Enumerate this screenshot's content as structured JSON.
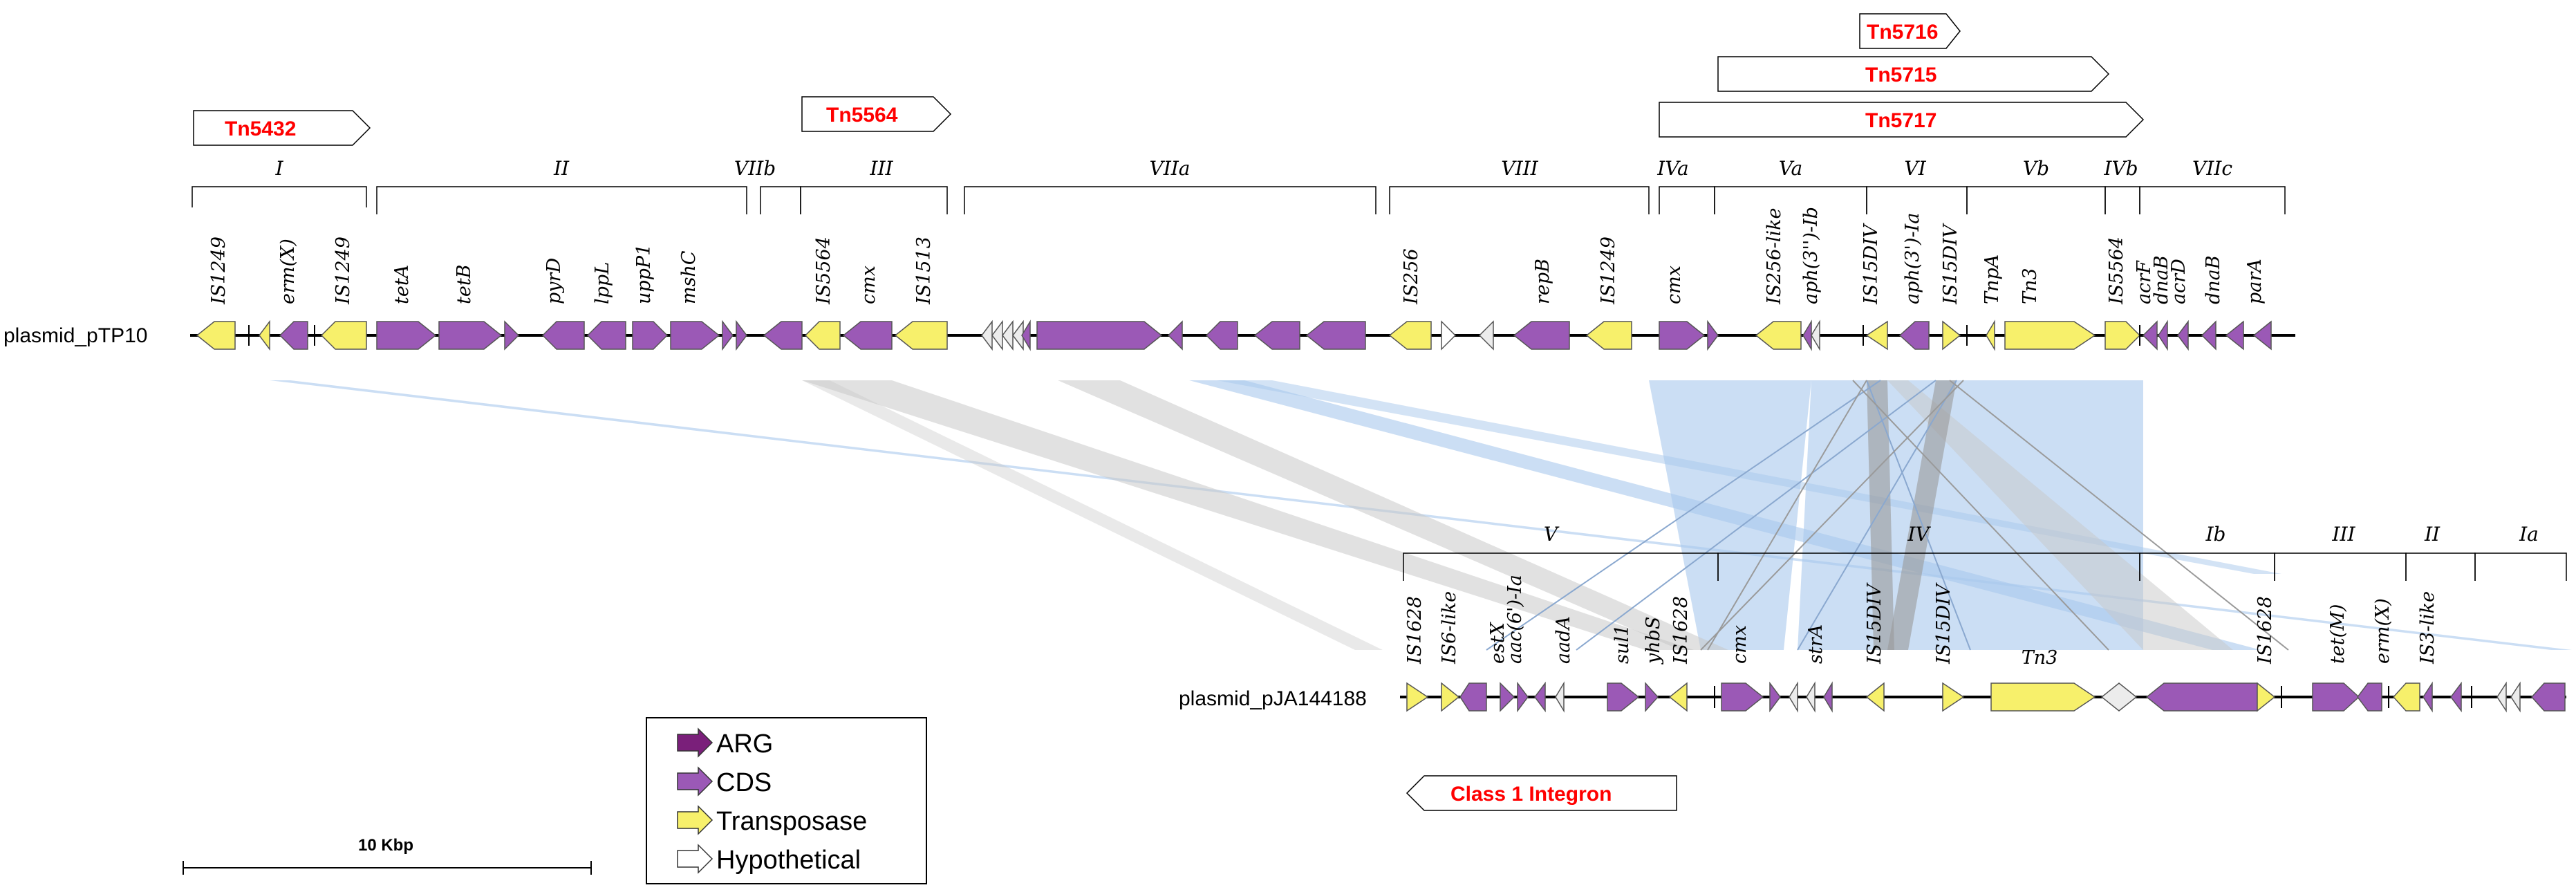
{
  "transposons": {
    "tn5432": "Tn5432",
    "tn5564": "Tn5564",
    "tn5716": "Tn5716",
    "tn5715": "Tn5715",
    "tn5717": "Tn5717",
    "integron": "Class 1 Integron"
  },
  "plasmids": {
    "top": "plasmid_pTP10",
    "bottom": "plasmid_pJA144188"
  },
  "top_regions": [
    "I",
    "II",
    "VIIb",
    "III",
    "VIIa",
    "VIII",
    "IVa",
    "Va",
    "VI",
    "Vb",
    "IVb",
    "VIIc"
  ],
  "bottom_regions": [
    "V",
    "IV",
    "Ib",
    "III",
    "II",
    "Ia"
  ],
  "top_genes": [
    "IS1249",
    "erm(X)",
    "IS1249",
    "tetA",
    "tetB",
    "pyrD",
    "lppL",
    "uppP1",
    "mshC",
    "IS5564",
    "cmx",
    "IS1513",
    "IS256",
    "repB",
    "IS1249",
    "cmx",
    "IS256-like",
    "aph(3'')-Ib",
    "IS15DIV",
    "aph(3')-Ia",
    "IS15DIV",
    "TnpA",
    "Tn3",
    "IS5564",
    "acrF",
    "dnaB",
    "acrD",
    "dnaB",
    "parA"
  ],
  "bottom_genes": [
    "IS1628",
    "IS6-like",
    "estX",
    "aac(6')-Ia",
    "aadA",
    "sul1",
    "yhbS",
    "IS1628",
    "cmx",
    "strA",
    "IS15DIV",
    "IS15DIV",
    "Tn3",
    "IS1628",
    "tet(M)",
    "erm(X)",
    "IS3-like"
  ],
  "legend": {
    "items": [
      {
        "label": "ARG",
        "color": "#7a1f7a"
      },
      {
        "label": "CDS",
        "color": "#9b59b6"
      },
      {
        "label": "Transposase",
        "color": "#f7f06b"
      },
      {
        "label": "Hypothetical",
        "color": "#ffffff"
      }
    ]
  },
  "scale_bar": "10 Kbp",
  "colors": {
    "cds": "#9b59b6",
    "transposase": "#f7f06b",
    "hypothetical": "#ececec",
    "link_blue": "#a8c8ec",
    "link_grey": "#c8c8c8",
    "tn_red": "#ff0000"
  }
}
